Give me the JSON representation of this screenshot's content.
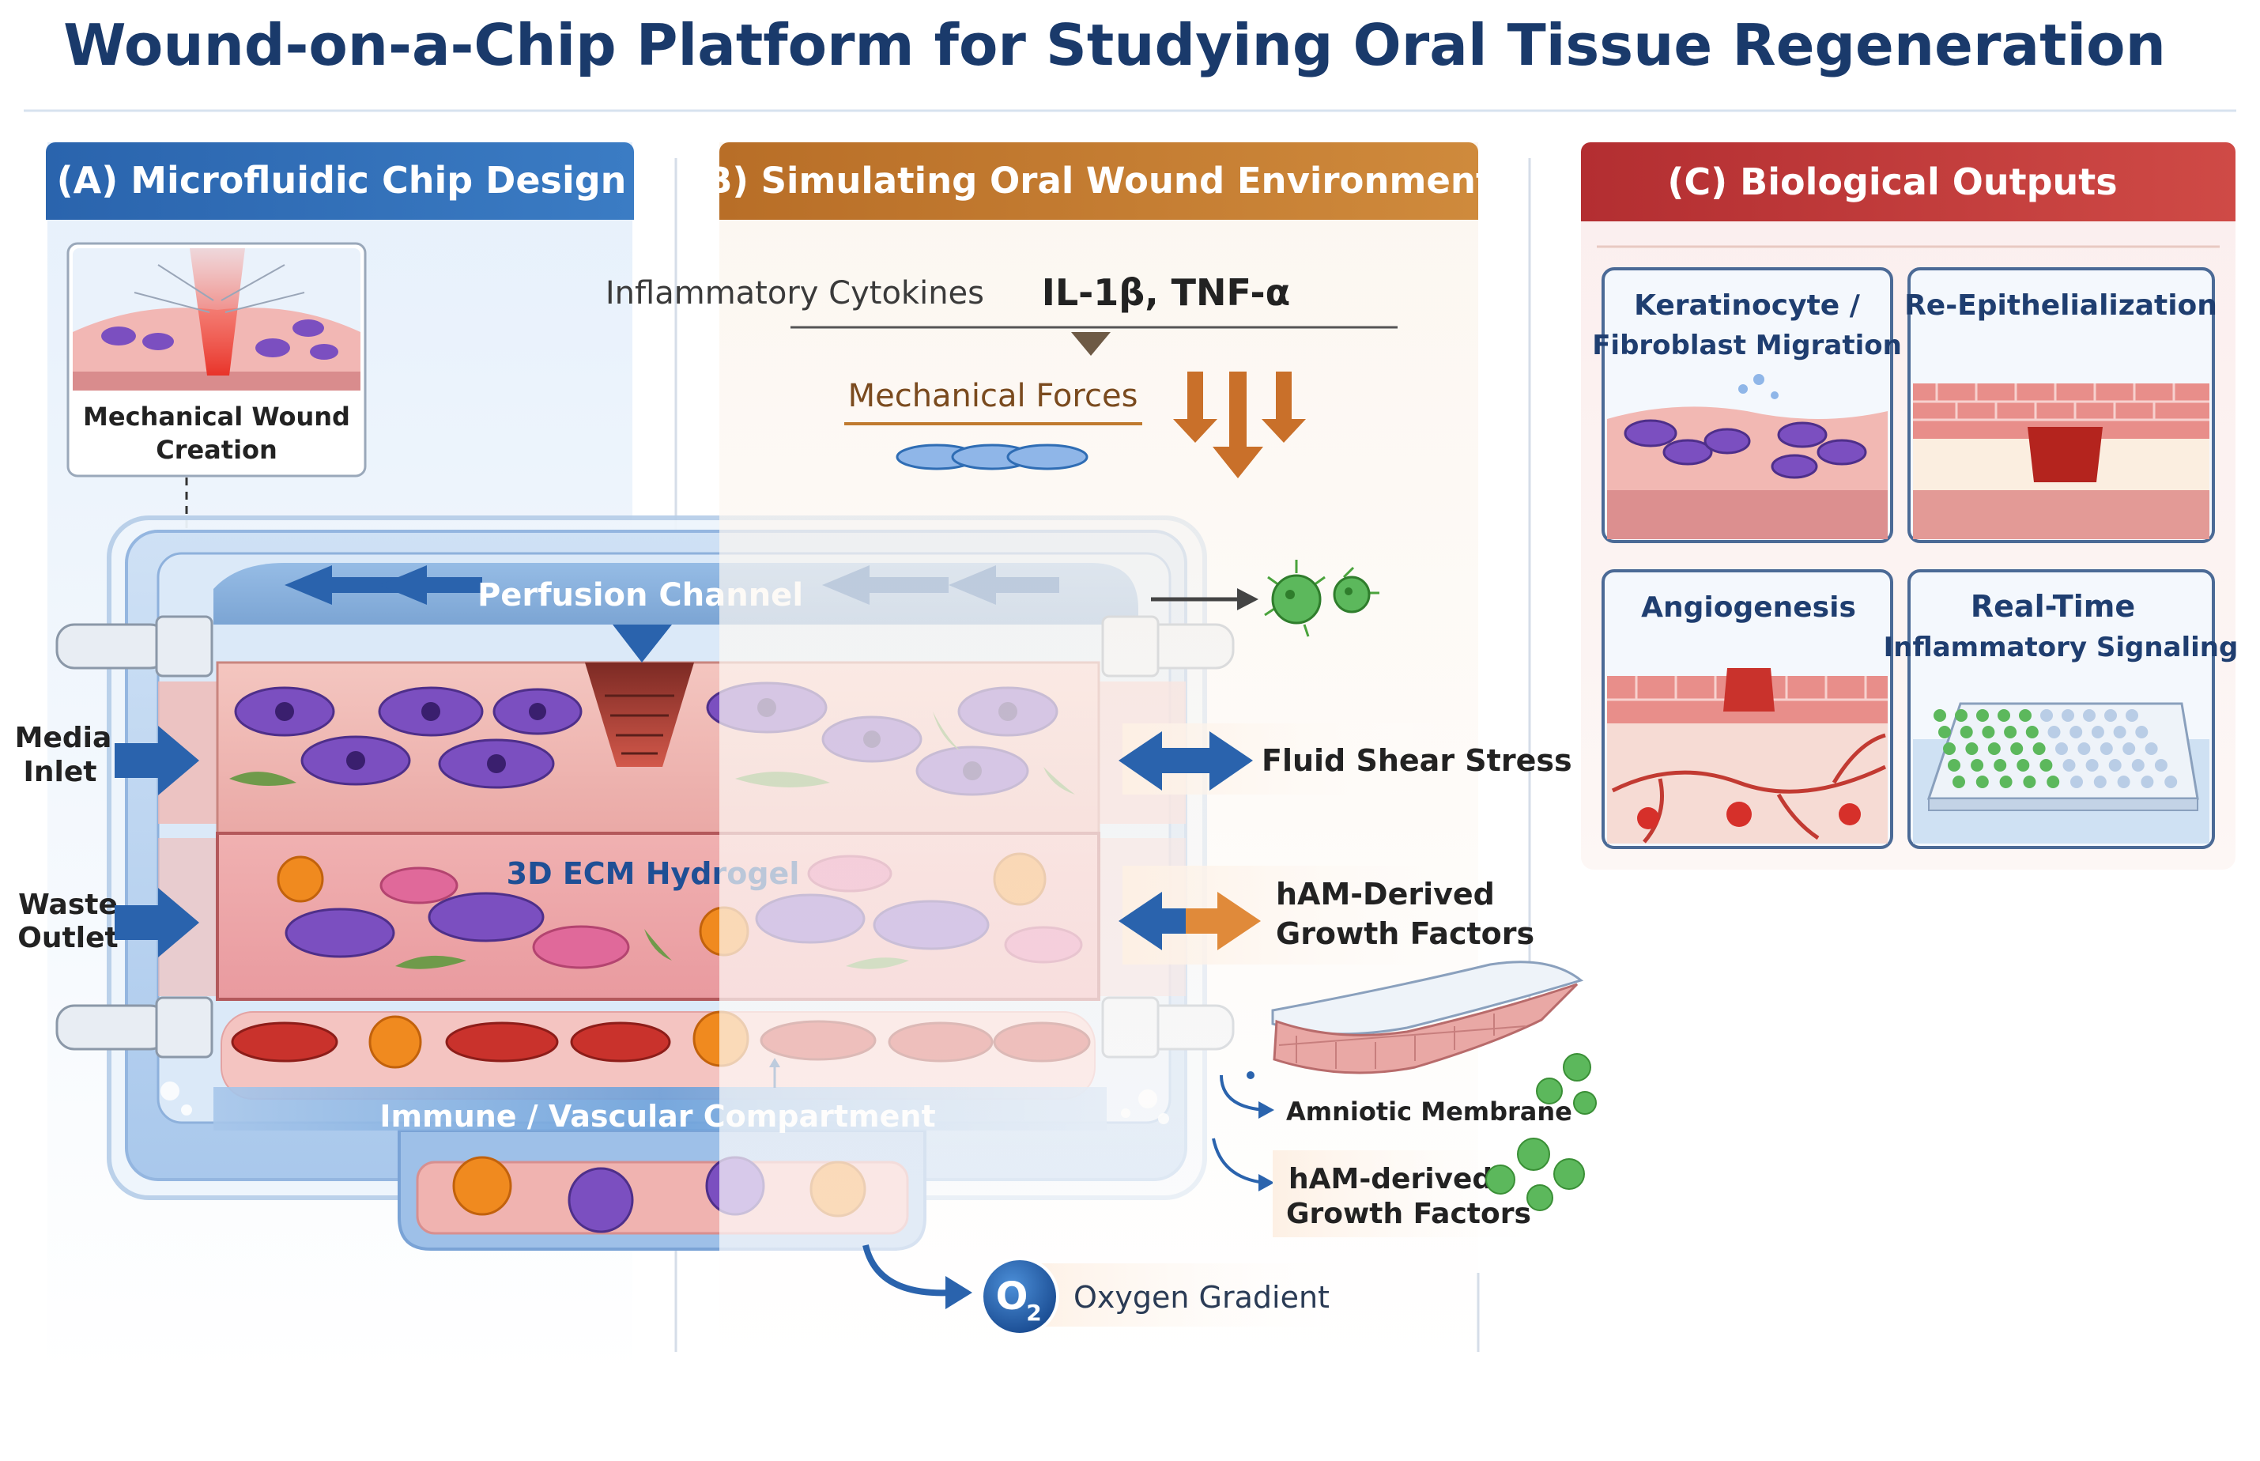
{
  "title": "Wound-on-a-Chip Platform for Studying Oral Tissue Regeneration",
  "panels": {
    "a": {
      "header": "(A) Microfluidic Chip Design",
      "wound_box": [
        "Mechanical Wound",
        "Creation"
      ],
      "perfusion": "Perfusion Channel",
      "media_inlet": [
        "Media",
        "Inlet"
      ],
      "waste_outlet": [
        "Waste",
        "Outlet"
      ],
      "hydrogel": "3D ECM Hydrogel",
      "immune": "Immune / Vascular Compartment"
    },
    "b": {
      "header": "(B) Simulating Oral Wound Environment",
      "cytokines_label": "Inflammatory Cytokines",
      "cytokines_names": "IL-1β, TNF-α",
      "mechanical": "Mechanical Forces",
      "shear": "Fluid Shear Stress",
      "growth_factors": [
        "hAM-Derived",
        "Growth Factors"
      ],
      "amniotic": "Amniotic Membrane",
      "growth_factors_2": [
        "hAM-derived",
        "Growth Factors"
      ],
      "oxygen_symbol": "O",
      "oxygen_sub": "2",
      "oxygen": "Oxygen Gradient"
    },
    "c": {
      "header": "(C) Biological Outputs",
      "migration": [
        "Keratinocyte /",
        "Fibroblast Migration"
      ],
      "reepi": "Re-Epithelialization",
      "angio": "Angiogenesis",
      "realtime": [
        "Real-Time",
        "Inflammatory Signaling"
      ]
    }
  },
  "colors": {
    "title": "#1a3a6b",
    "panel_a": "#2f6db4",
    "panel_b": "#c07a2f",
    "panel_c": "#c0373a",
    "tissue": "#f2b8b3",
    "cell_purple": "#7b4fc0",
    "cell_red": "#c9322c",
    "cell_orange": "#f08a1f",
    "green": "#5cb85c"
  }
}
